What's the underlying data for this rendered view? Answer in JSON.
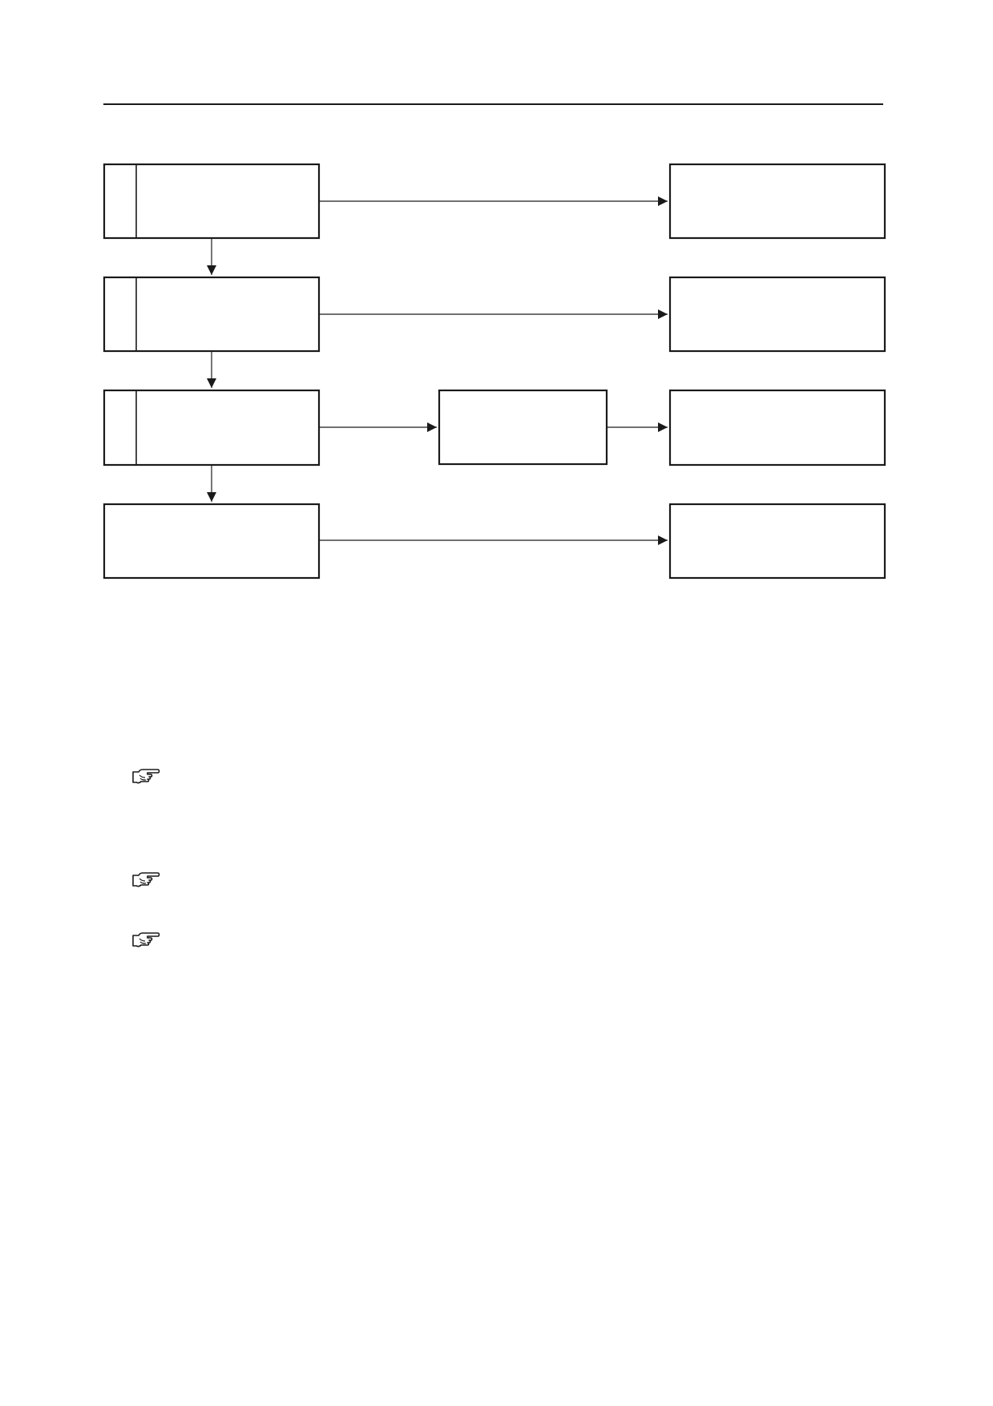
{
  "flowchart": {
    "left_column": [
      {
        "id": "step-1",
        "label": "",
        "has_number_column": true
      },
      {
        "id": "step-2",
        "label": "",
        "has_number_column": true
      },
      {
        "id": "step-3",
        "label": "",
        "has_number_column": true
      },
      {
        "id": "step-4",
        "label": "",
        "has_number_column": false
      }
    ],
    "middle_column": [
      {
        "id": "intermediate-3",
        "label": ""
      }
    ],
    "right_column": [
      {
        "id": "result-1",
        "label": ""
      },
      {
        "id": "result-2",
        "label": ""
      },
      {
        "id": "result-3",
        "label": ""
      },
      {
        "id": "result-4",
        "label": ""
      }
    ],
    "connections": [
      {
        "from": "step-1",
        "to": "step-2"
      },
      {
        "from": "step-2",
        "to": "step-3"
      },
      {
        "from": "step-3",
        "to": "step-4"
      },
      {
        "from": "step-1",
        "to": "result-1"
      },
      {
        "from": "step-2",
        "to": "result-2"
      },
      {
        "from": "step-3",
        "to": "intermediate-3"
      },
      {
        "from": "intermediate-3",
        "to": "result-3"
      },
      {
        "from": "step-4",
        "to": "result-4"
      }
    ]
  },
  "references": [
    {
      "icon": "pointing-hand-icon",
      "text": ""
    },
    {
      "icon": "pointing-hand-icon",
      "text": ""
    },
    {
      "icon": "pointing-hand-icon",
      "text": ""
    }
  ],
  "colors": {
    "line": "#1a1a1a",
    "background": "#ffffff"
  }
}
